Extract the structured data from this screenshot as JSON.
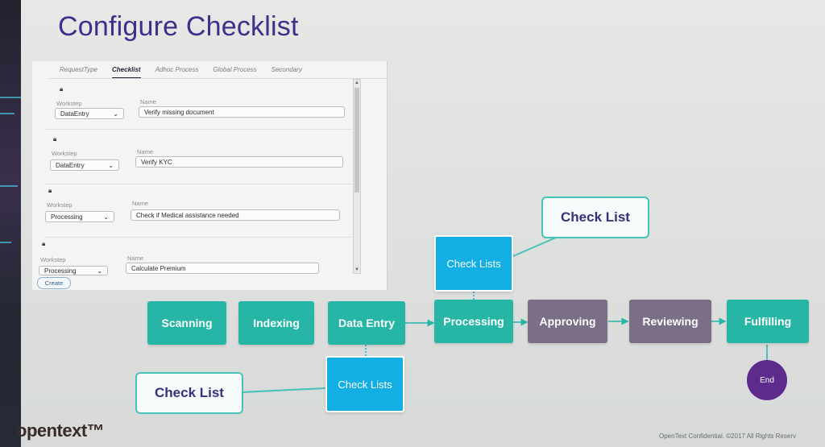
{
  "slide": {
    "title": "Configure Checklist",
    "logo": "opentext™",
    "footer": "OpenText Confidential. ©2017 All Rights Reserv"
  },
  "panel": {
    "tabs": [
      {
        "label": "RequestType",
        "active": false
      },
      {
        "label": "Checklist",
        "active": true
      },
      {
        "label": "Adhoc Process",
        "active": false
      },
      {
        "label": "Global Process",
        "active": false
      },
      {
        "label": "Secondary",
        "active": false
      }
    ],
    "workstep_label": "Workstep",
    "name_label": "Name",
    "entries": [
      {
        "workstep": "DataEntry",
        "name": "Verify missing document"
      },
      {
        "workstep": "DataEntry",
        "name": "Verify KYC"
      },
      {
        "workstep": "Processing",
        "name": "Check if Medical assistance needed"
      },
      {
        "workstep": "Processing",
        "name": "Calculate Premium"
      }
    ],
    "create_label": "Create"
  },
  "flow": {
    "steps": [
      "Scanning",
      "Indexing",
      "Data Entry",
      "Processing",
      "Approving",
      "Reviewing",
      "Fulfilling"
    ],
    "end_label": "End",
    "check_lists_label": "Check Lists",
    "callout_label": "Check List",
    "colors": {
      "teal": "#27b5a6",
      "gray": "#7a6f86",
      "blue": "#12aee4",
      "end": "#5d2b8c",
      "title": "#3d2f8a"
    }
  }
}
